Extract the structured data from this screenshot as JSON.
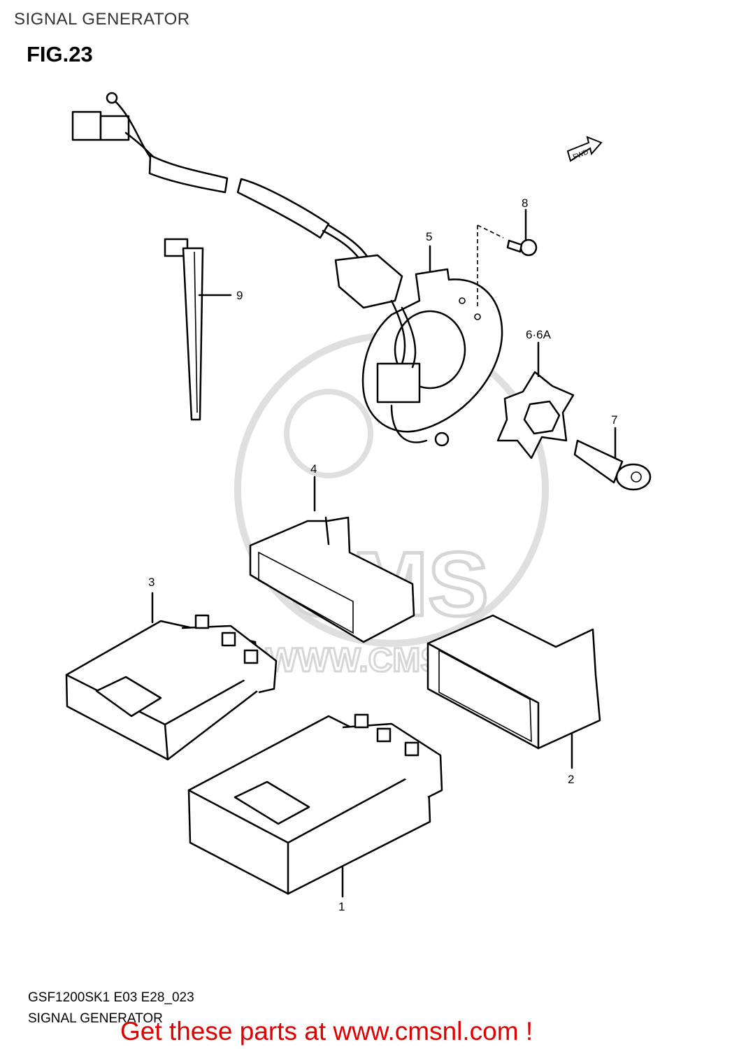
{
  "header": {
    "title": "SIGNAL GENERATOR"
  },
  "figure": {
    "label": "FIG.23",
    "fwd_label": "FWD"
  },
  "callouts": [
    {
      "id": "1",
      "label": "1"
    },
    {
      "id": "2",
      "label": "2"
    },
    {
      "id": "3",
      "label": "3"
    },
    {
      "id": "4",
      "label": "4"
    },
    {
      "id": "5",
      "label": "5"
    },
    {
      "id": "6",
      "label": "6·6A"
    },
    {
      "id": "7",
      "label": "7"
    },
    {
      "id": "8",
      "label": "8"
    },
    {
      "id": "9",
      "label": "9"
    }
  ],
  "watermark": {
    "brand": "CMS",
    "url": "WWW.CMSNL.COM"
  },
  "footer": {
    "model_code": "GSF1200SK1 E03 E28_023",
    "section_name": "SIGNAL GENERATOR",
    "cta": "Get these parts at www.cmsnl.com !"
  }
}
